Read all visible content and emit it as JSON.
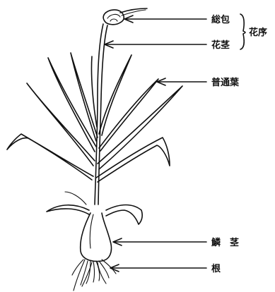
{
  "labels": {
    "involucre": "総包",
    "scape": "花茎",
    "inflorescence": "花序",
    "foliage_leaf": "普通葉",
    "bulb": "鱗　茎",
    "root": "根"
  }
}
